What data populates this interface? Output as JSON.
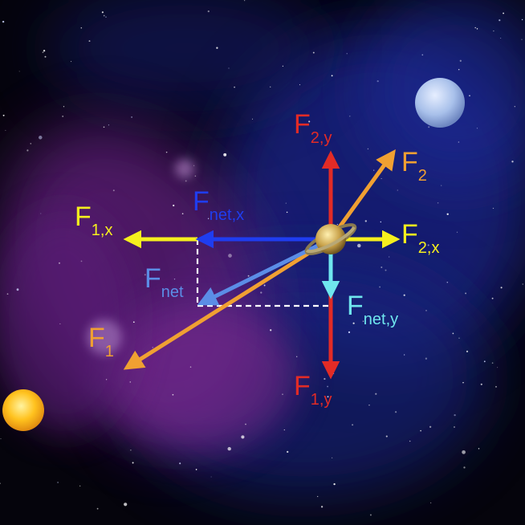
{
  "labels": {
    "f1": {
      "main": "F",
      "sub": "1"
    },
    "f2": {
      "main": "F",
      "sub": "2"
    },
    "f1x": {
      "main": "F",
      "sub": "1,x"
    },
    "f2x": {
      "main": "F",
      "sub": "2,x"
    },
    "f1y": {
      "main": "F",
      "sub": "1,y"
    },
    "f2y": {
      "main": "F",
      "sub": "2,y"
    },
    "fnet": {
      "main": "F",
      "sub": "net"
    },
    "fnetx": {
      "main": "F",
      "sub": "net,x"
    },
    "fnety": {
      "main": "F",
      "sub": "net,y"
    }
  },
  "colors": {
    "space": "#05040c",
    "nebula_blue": "#1c2a8a",
    "nebula_purple": "#7a2a8c",
    "f1_orange": "#f0a032",
    "f2_orange": "#f0a032",
    "x_components_yellow": "#f5ef1e",
    "y_components_red": "#e22b26",
    "fnet_blue": "#5b8de6",
    "fnetx_blue": "#1f3df0",
    "fnety_cyan": "#6fe6ee",
    "dashed_lines": "#ffffff",
    "sun": "#ffbf1e",
    "planet_pale": "#b8d0f0"
  },
  "icons": [
    "saturn-planet-icon",
    "yellow-sun-icon",
    "pale-blue-planet-icon"
  ]
}
